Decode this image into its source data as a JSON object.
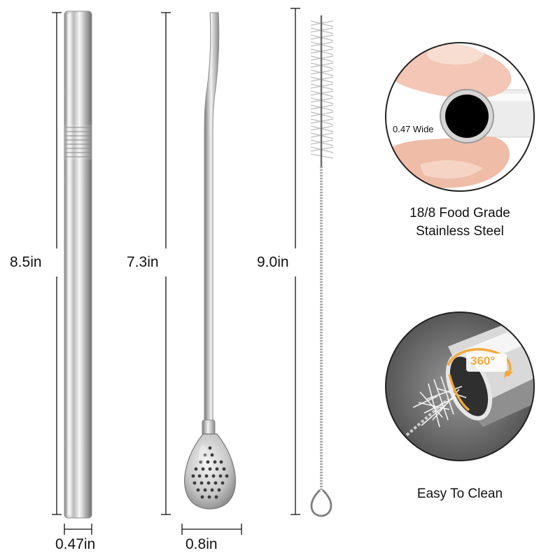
{
  "straight_straw": {
    "length": "8.5in",
    "width": "0.47in"
  },
  "spoon_straw": {
    "length": "7.3in",
    "width": "0.8in"
  },
  "brush": {
    "length": "9.0in"
  },
  "detail_wide": {
    "label": "0.47 Wide",
    "caption_line1": "18/8 Food Grade",
    "caption_line2": "Stainless Steel"
  },
  "detail_clean": {
    "badge": "360°",
    "caption": "Easy To Clean"
  },
  "colors": {
    "steel_light": "#f4f4f4",
    "steel_mid": "#bdbdbd",
    "steel_dark": "#7c7c7c",
    "line": "#111111",
    "badge": "#f2a93b"
  }
}
